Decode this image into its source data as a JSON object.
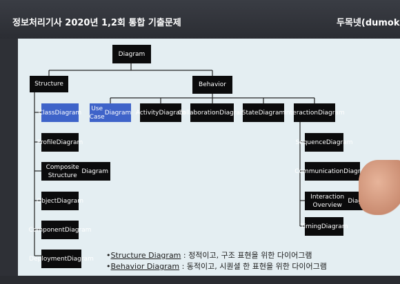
{
  "header": {
    "title": "정보처리기사 2020년 1,2회 통합 기출문제",
    "brand": "두목넷(dumok.ne"
  },
  "diagram": {
    "root": "Diagram",
    "structure": "Structure",
    "behavior": "Behavior",
    "structure_items": [
      {
        "line1": "Class",
        "line2": "Diagram",
        "highlight": true
      },
      {
        "line1": "Profile",
        "line2": "Diagram",
        "highlight": false
      },
      {
        "line1": "Composite Structure",
        "line2": "Diagram",
        "highlight": false
      },
      {
        "line1": "Object",
        "line2": "Diagram",
        "highlight": false
      },
      {
        "line1": "Component",
        "line2": "Diagram",
        "highlight": false
      },
      {
        "line1": "Deployment",
        "line2": "Diagram",
        "highlight": false
      }
    ],
    "behavior_items": [
      {
        "line1": "Use Case",
        "line2": "Diagram",
        "highlight": true
      },
      {
        "line1": "Activity",
        "line2": "Diagram",
        "highlight": false
      },
      {
        "line1": "Collaboration",
        "line2": "Diagram",
        "highlight": false
      },
      {
        "line1": "State",
        "line2": "Diagram",
        "highlight": false
      },
      {
        "line1": "Interaction",
        "line2": "Diagram",
        "highlight": false
      }
    ],
    "interaction_items": [
      {
        "line1": "Sequence",
        "line2": "Diagram"
      },
      {
        "line1": "Communication",
        "line2": "Diagram"
      },
      {
        "line1": "Interaction Overview",
        "line2": "Diagram"
      },
      {
        "line1": "Timing",
        "line2": "Diagram"
      }
    ]
  },
  "notes": [
    {
      "bullet": "•",
      "keyword": "Structure Diagram",
      "rest": " : 정적이고, 구조 표현을 위한 다이어그램"
    },
    {
      "bullet": "•",
      "keyword": "Behavior Diagram",
      "rest": " : 동적이고, 시퀀셜 한 표현을 위한 다이어그램"
    }
  ],
  "colors": {
    "node": "#0b0b0c",
    "highlight": "#3e63c9",
    "slide_bg": "#e4eef2",
    "connector": "#222222"
  }
}
